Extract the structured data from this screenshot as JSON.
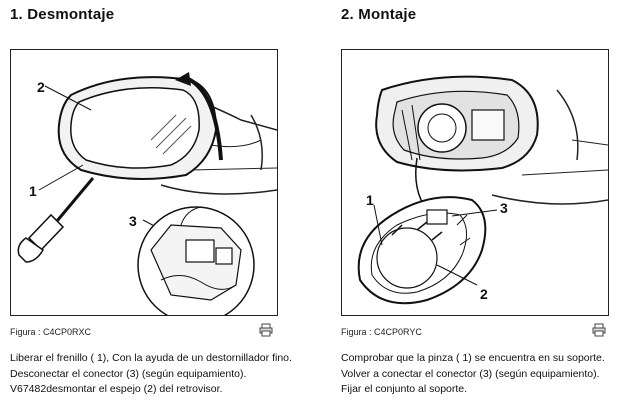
{
  "sections": [
    {
      "title": "1. Desmontaje",
      "callouts": [
        "1",
        "2",
        "3"
      ],
      "caption": "Figura : C4CP0RXC",
      "print_icon": "printer-icon",
      "lines": [
        "Liberar el frenillo ( 1), Con la ayuda de un destornillador fino.",
        "Desconectar el conector (3) (según equipamiento).",
        "V67482desmontar el espejo (2) del retrovisor."
      ]
    },
    {
      "title": "2. Montaje",
      "callouts": [
        "1",
        "2",
        "3"
      ],
      "caption": "Figura : C4CP0RYC",
      "print_icon": "printer-icon",
      "lines": [
        "Comprobar que la pinza ( 1) se encuentra en su soporte.",
        "Volver a conectar el conector (3) (según equipamiento).",
        "Fijar el conjunto al soporte."
      ]
    }
  ]
}
